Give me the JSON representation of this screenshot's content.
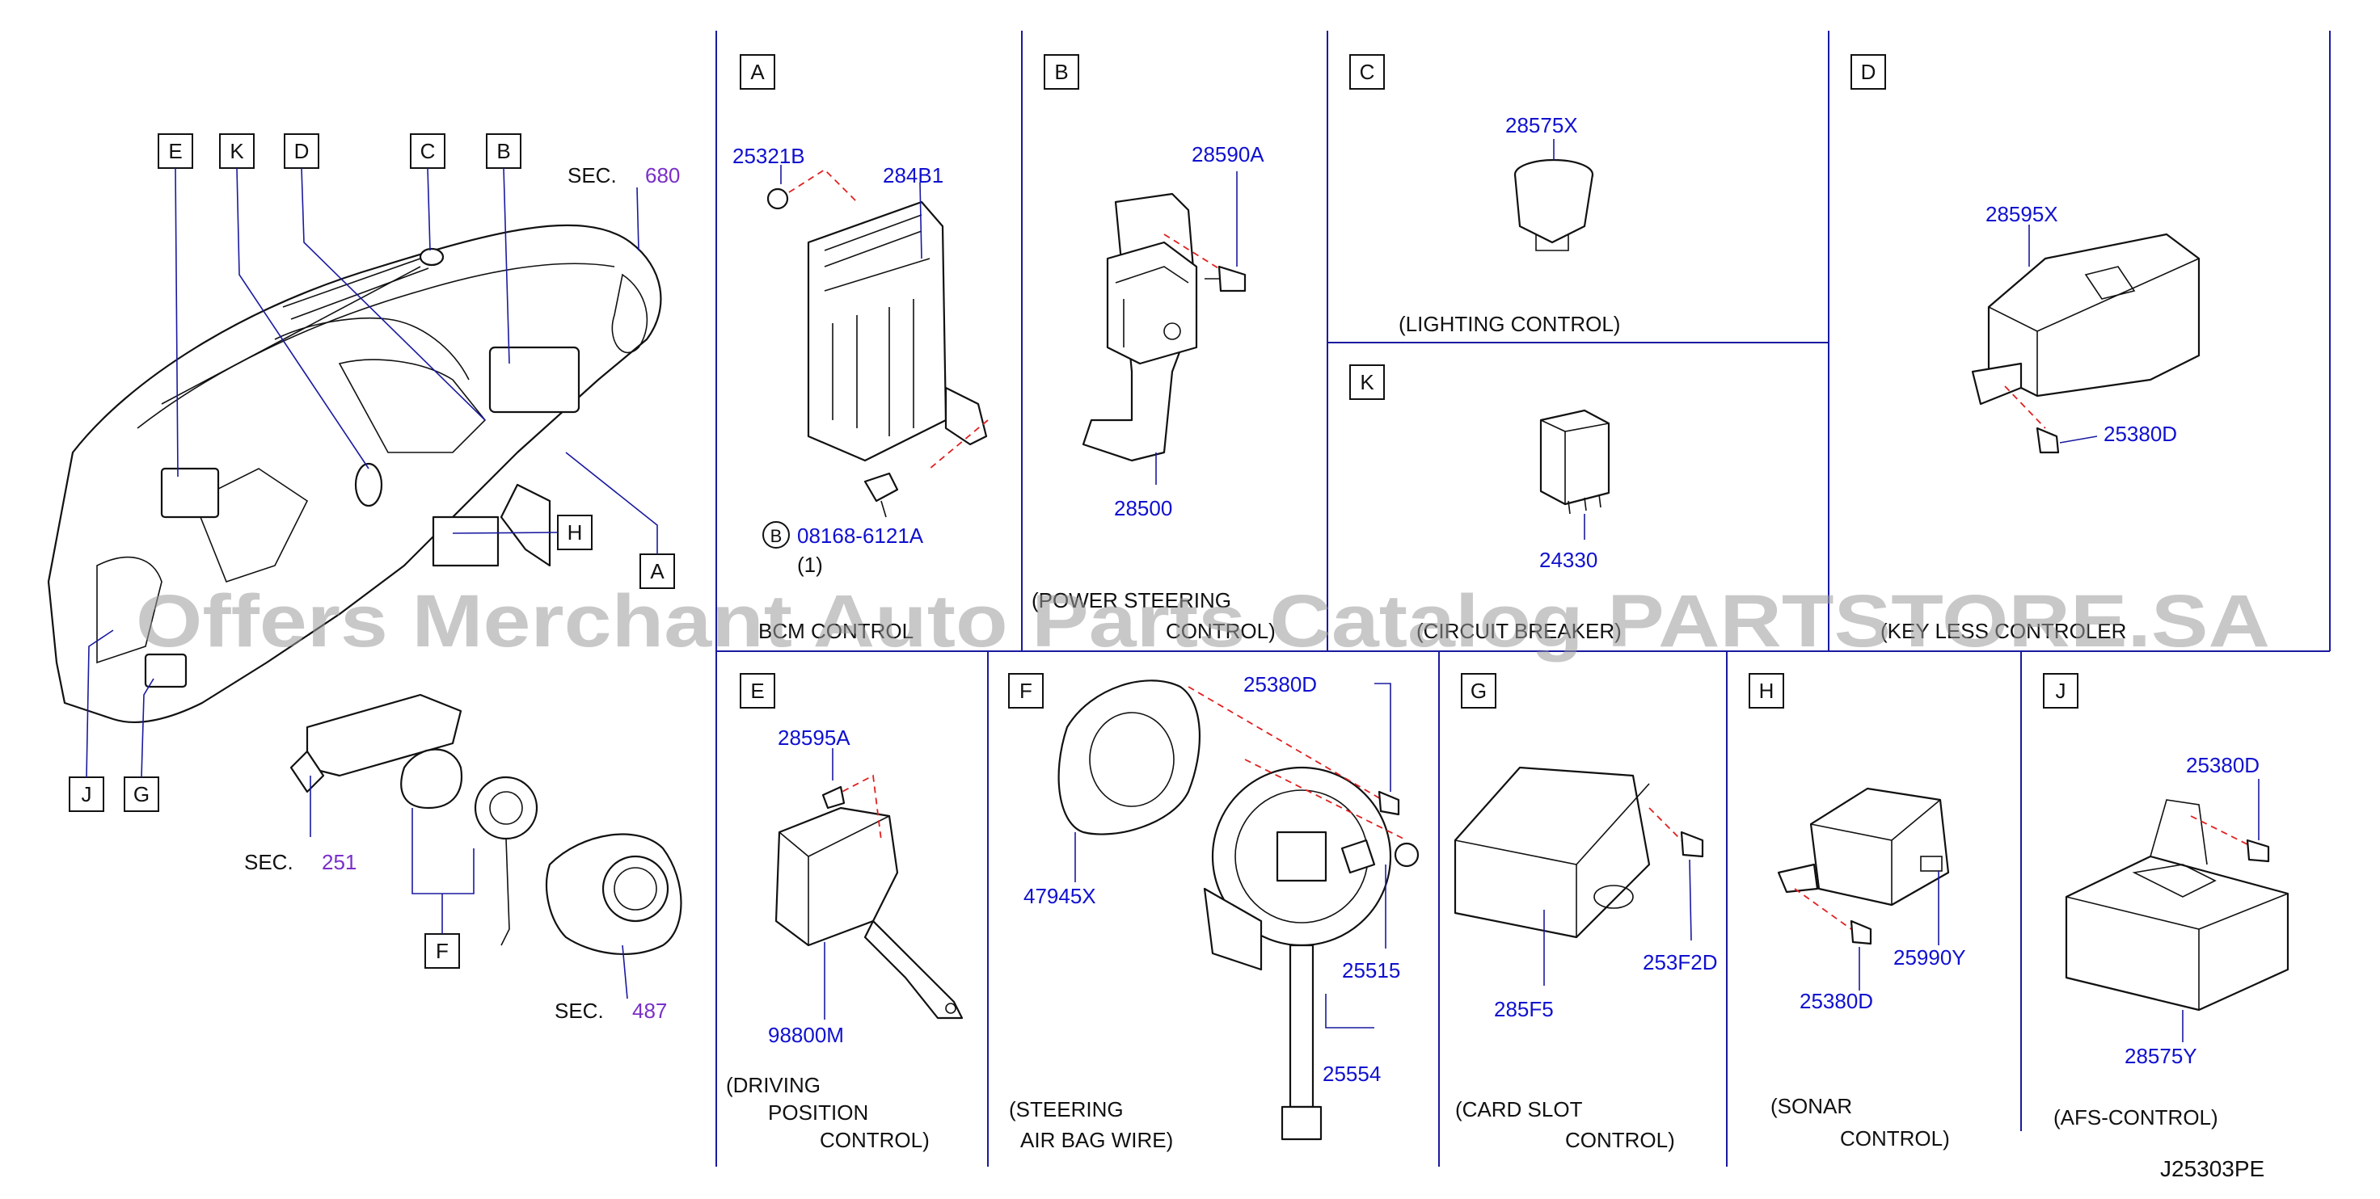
{
  "sections": {
    "A": {
      "letter": "A",
      "parts": [
        "25321B",
        "284B1"
      ],
      "bolt": "08168-6121A",
      "bolt_ref": "B",
      "qty": "(1)",
      "caption": [
        "BCM  CONTROL"
      ]
    },
    "B": {
      "letter": "B",
      "parts": [
        "28590A",
        "28500"
      ],
      "caption": [
        "(POWER  STEERING",
        "CONTROL)"
      ]
    },
    "C": {
      "letter": "C",
      "parts": [
        "28575X"
      ],
      "caption": [
        "(LIGHTING   CONTROL)"
      ]
    },
    "K": {
      "letter": "K",
      "parts": [
        "24330"
      ],
      "caption": [
        "(CIRCUIT  BREAKER)"
      ]
    },
    "D": {
      "letter": "D",
      "parts": [
        "28595X",
        "25380D"
      ],
      "caption": [
        "(KEY  LESS  CONTROLER"
      ]
    },
    "E": {
      "letter": "E",
      "parts": [
        "28595A",
        "98800M"
      ],
      "caption": [
        "(DRIVING",
        "POSITION",
        "CONTROL)"
      ]
    },
    "F": {
      "letter": "F",
      "parts": [
        "25380D",
        "47945X",
        "25515",
        "25554"
      ],
      "caption": [
        "(STEERING",
        "AIR   BAG   WIRE)"
      ]
    },
    "G": {
      "letter": "G",
      "parts": [
        "253F2D",
        "285F5"
      ],
      "caption": [
        "(CARD    SLOT",
        "CONTROL)"
      ]
    },
    "H": {
      "letter": "H",
      "parts": [
        "25990Y",
        "25380D"
      ],
      "caption": [
        "(SONAR",
        "CONTROL)"
      ]
    },
    "J": {
      "letter": "J",
      "parts": [
        "25380D",
        "28575Y"
      ],
      "caption": [
        "(AFS-CONTROL)"
      ]
    }
  },
  "overview": {
    "callouts": [
      "E",
      "K",
      "D",
      "C",
      "B",
      "H",
      "A",
      "J",
      "G",
      "F"
    ],
    "sec_label": "SEC.",
    "sec_refs": [
      "680",
      "251",
      "487"
    ]
  },
  "watermark": "Offers Merchant Auto Parts Catalog PARTSTORE.SA",
  "diagram_code": "J25303PE",
  "colors": {
    "part_number": "#1010d0",
    "section_ref": "#7a2fc8",
    "leader": "#1a1aa0",
    "dashed_guide": "#e02020"
  }
}
